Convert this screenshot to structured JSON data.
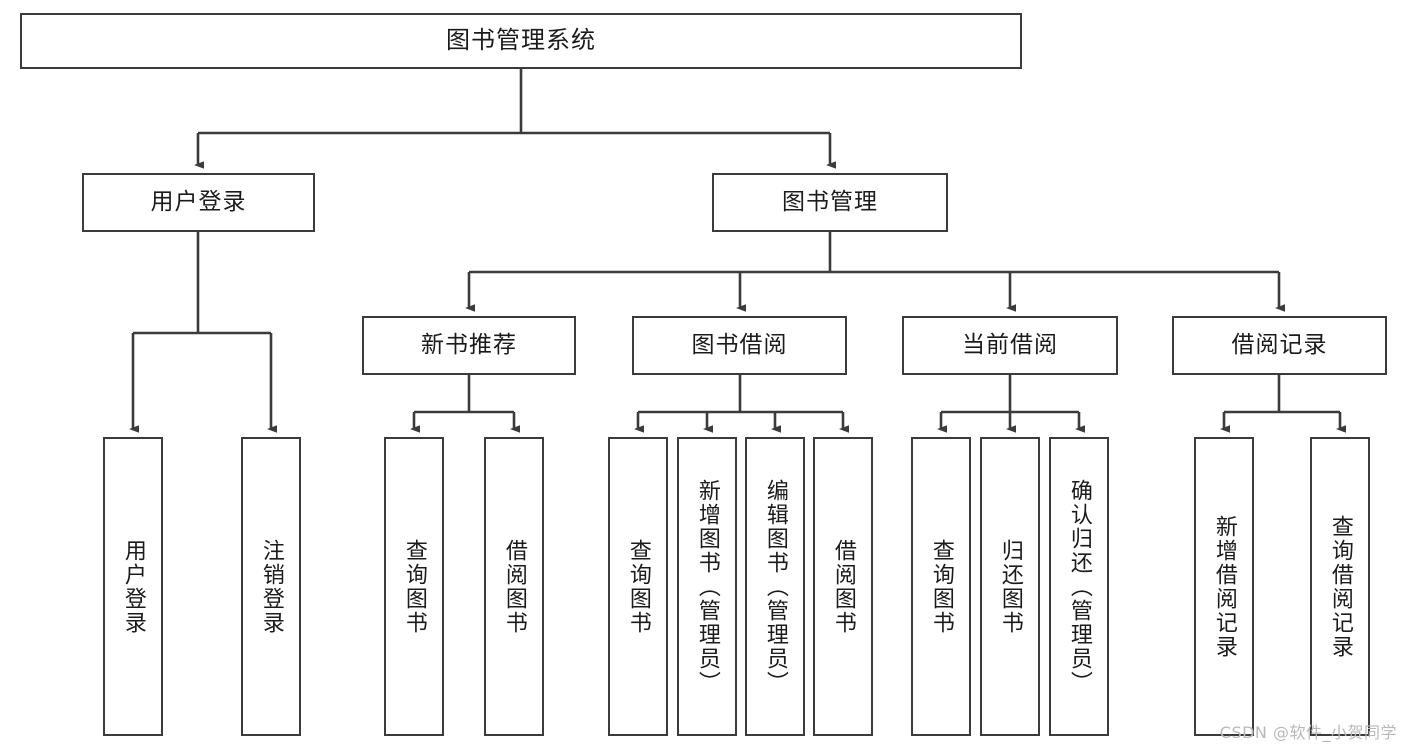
{
  "diagram": {
    "title": "图书管理系统",
    "type": "tree-hierarchy",
    "orientation": "top-down",
    "colors": {
      "stroke": "#3b3b3b",
      "fill": "#ffffff",
      "text": "#1b1b1b",
      "watermark": "#b9b9b9"
    },
    "root": {
      "label": "图书管理系统"
    },
    "level2": [
      {
        "label": "用户登录"
      },
      {
        "label": "图书管理"
      }
    ],
    "level3": [
      {
        "label": "新书推荐"
      },
      {
        "label": "图书借阅"
      },
      {
        "label": "当前借阅"
      },
      {
        "label": "借阅记录"
      }
    ],
    "leaves": {
      "user_login": [
        {
          "label": "用户登录"
        },
        {
          "label": "注销登录"
        }
      ],
      "new_book_recommend": [
        {
          "label": "查询图书"
        },
        {
          "label": "借阅图书"
        }
      ],
      "book_borrow": [
        {
          "label": "查询图书"
        },
        {
          "label": "新增图书（管理员）"
        },
        {
          "label": "编辑图书（管理员）"
        },
        {
          "label": "借阅图书"
        }
      ],
      "current_borrow": [
        {
          "label": "查询图书"
        },
        {
          "label": "归还图书"
        },
        {
          "label": "确认归还（管理员）"
        }
      ],
      "borrow_record": [
        {
          "label": "新增借阅记录"
        },
        {
          "label": "查询借阅记录"
        }
      ]
    }
  },
  "watermark": {
    "text": "CSDN @软件_小贺同学"
  }
}
